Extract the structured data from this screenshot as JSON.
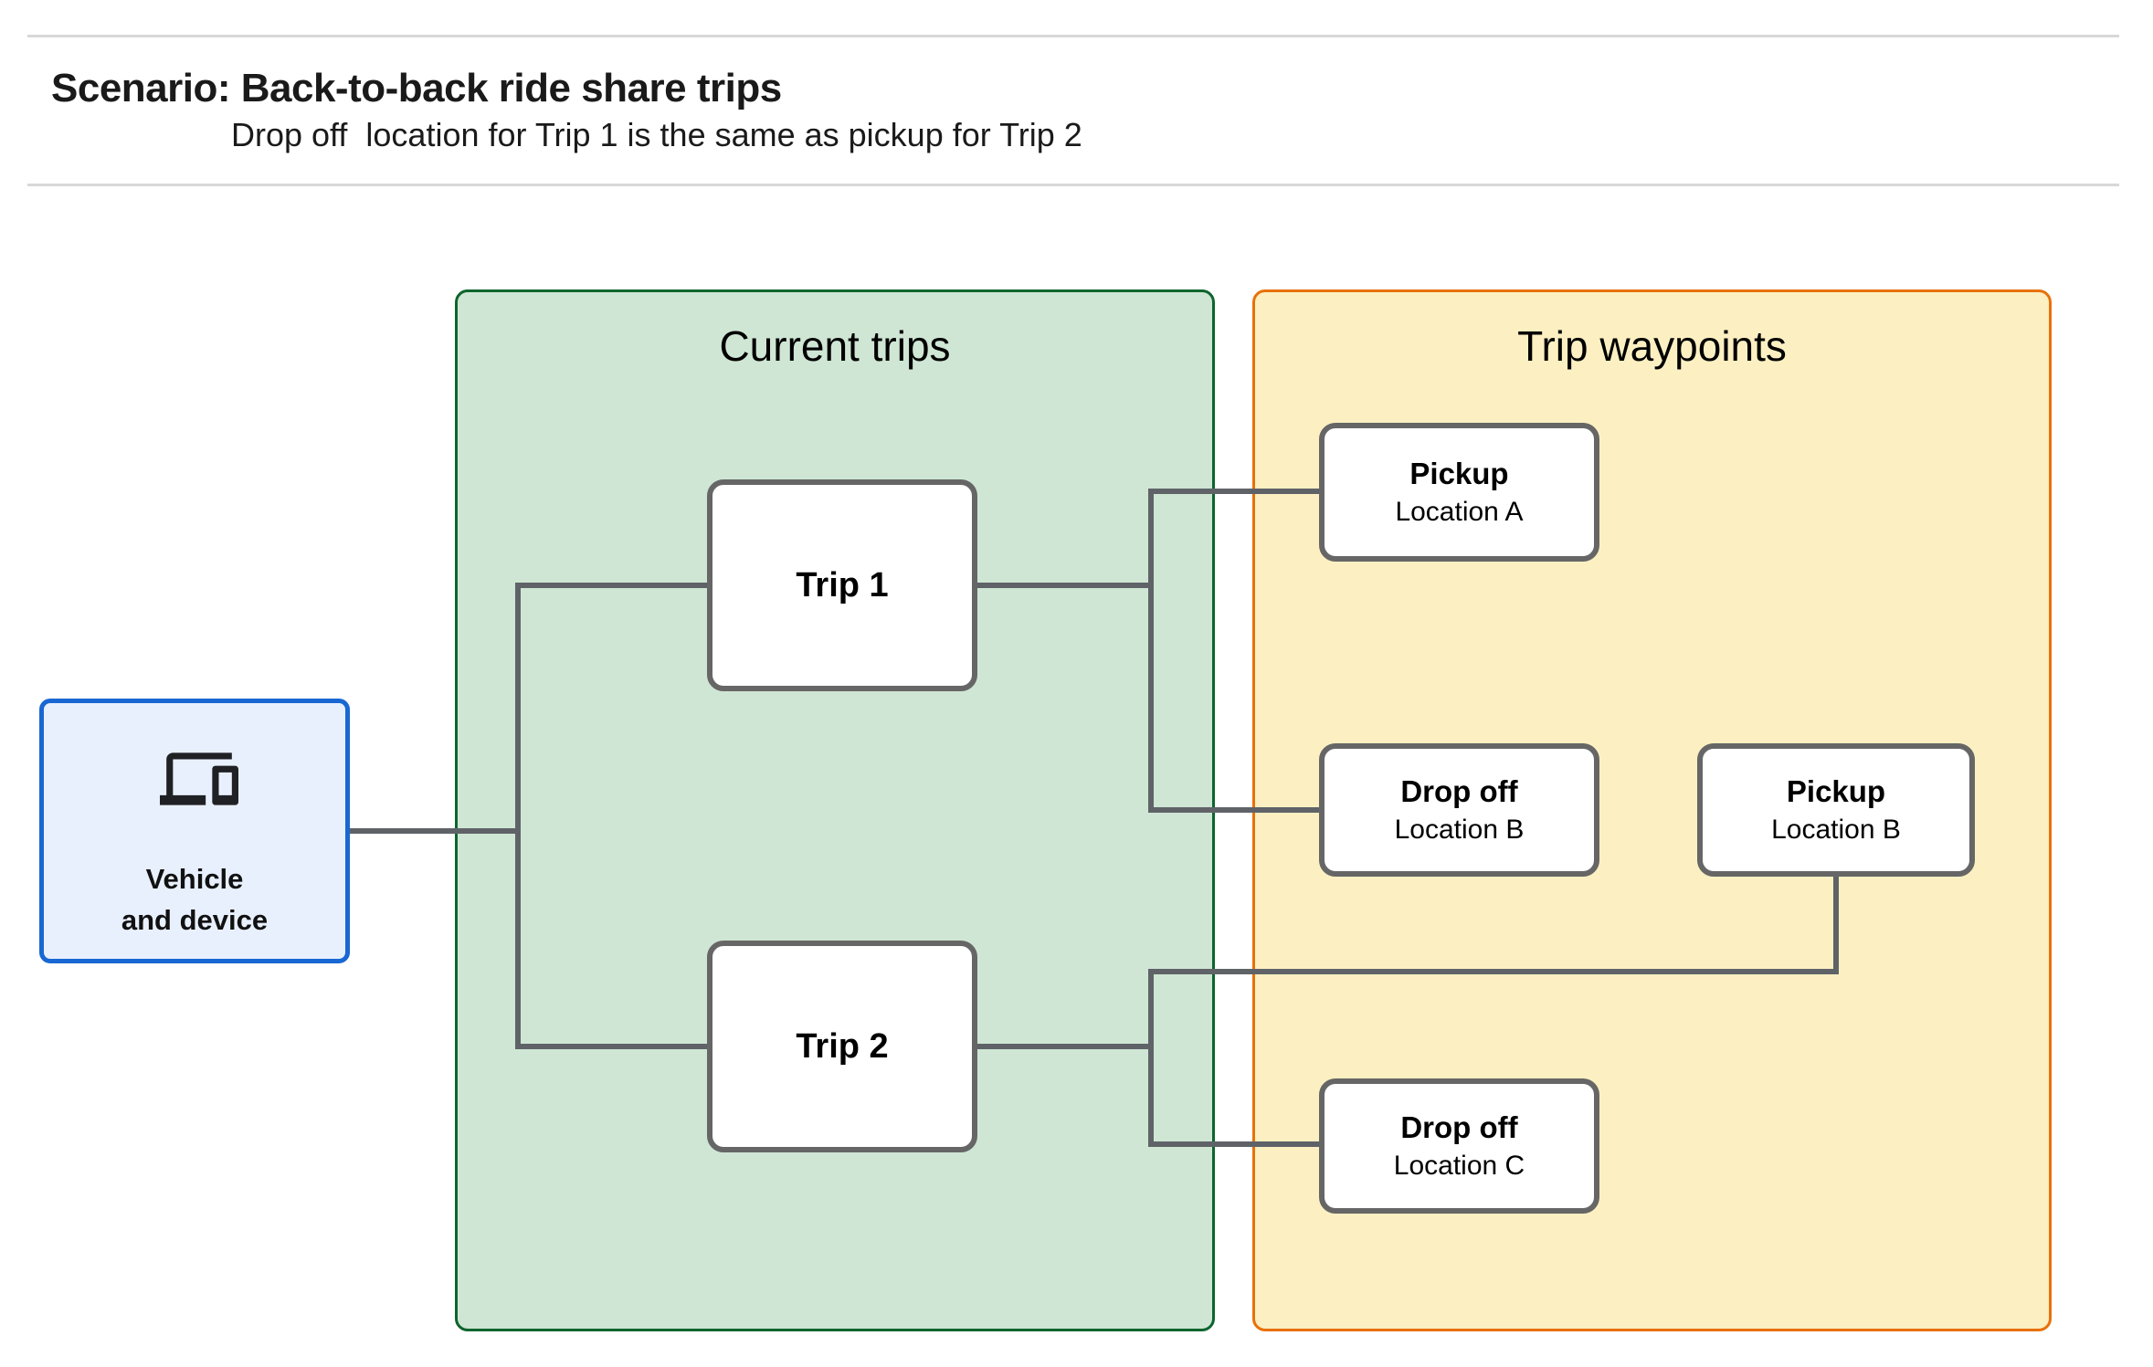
{
  "header": {
    "title": "Scenario: Back-to-back ride share trips",
    "subtitle": "Drop off  location for Trip 1 is the same as pickup for Trip 2"
  },
  "groups": {
    "current_trips": {
      "title": "Current trips"
    },
    "trip_waypoints": {
      "title": "Trip waypoints"
    }
  },
  "vehicle": {
    "line1": "Vehicle",
    "line2": "and device",
    "icon": "devices-icon"
  },
  "nodes": {
    "trip1": {
      "label": "Trip 1"
    },
    "trip2": {
      "label": "Trip 2"
    },
    "pickup_a": {
      "title": "Pickup",
      "subtitle": "Location A"
    },
    "dropoff_b": {
      "title": "Drop off",
      "subtitle": "Location B"
    },
    "pickup_b": {
      "title": "Pickup",
      "subtitle": "Location B"
    },
    "dropoff_c": {
      "title": "Drop off",
      "subtitle": "Location C"
    }
  },
  "edges": [
    {
      "from": "vehicle-and-device",
      "to": "trip-1"
    },
    {
      "from": "vehicle-and-device",
      "to": "trip-2"
    },
    {
      "from": "trip-1",
      "to": "pickup-location-a"
    },
    {
      "from": "trip-1",
      "to": "dropoff-location-b"
    },
    {
      "from": "trip-2",
      "to": "pickup-location-b"
    },
    {
      "from": "trip-2",
      "to": "dropoff-location-c"
    }
  ],
  "colors": {
    "blue_fill": "#E8F0FE",
    "blue_border": "#1967D2",
    "green_fill": "#CFE6D4",
    "green_border": "#0D652D",
    "yellow_fill": "#FCF0C2",
    "orange_border": "#E8710A",
    "node_border": "#666666",
    "connector": "#5F6368",
    "rule": "#D8D8D8"
  }
}
